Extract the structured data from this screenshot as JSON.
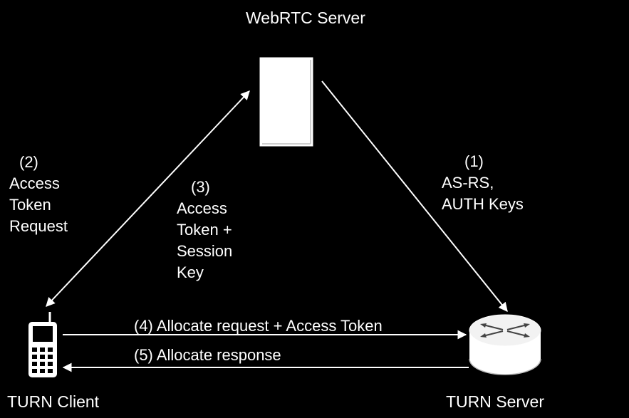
{
  "colors": {
    "background": "#000000",
    "foreground": "#ffffff"
  },
  "nodes": {
    "webrtc_server": {
      "label": "WebRTC Server",
      "icon": "server-icon"
    },
    "turn_client": {
      "label": "TURN Client",
      "icon": "mobile-phone-icon"
    },
    "turn_server": {
      "label": "TURN Server",
      "icon": "router-icon"
    }
  },
  "steps": {
    "step1": {
      "number": "(1)",
      "lines": [
        "AS-RS,",
        "AUTH Keys"
      ]
    },
    "step2": {
      "number": "(2)",
      "lines": [
        "Access",
        "Token",
        "Request"
      ]
    },
    "step3": {
      "number": "(3)",
      "lines": [
        "Access",
        "Token +",
        "Session",
        "Key"
      ]
    },
    "step4": {
      "text": "(4) Allocate request + Access Token"
    },
    "step5": {
      "text": "(5) Allocate response"
    }
  }
}
